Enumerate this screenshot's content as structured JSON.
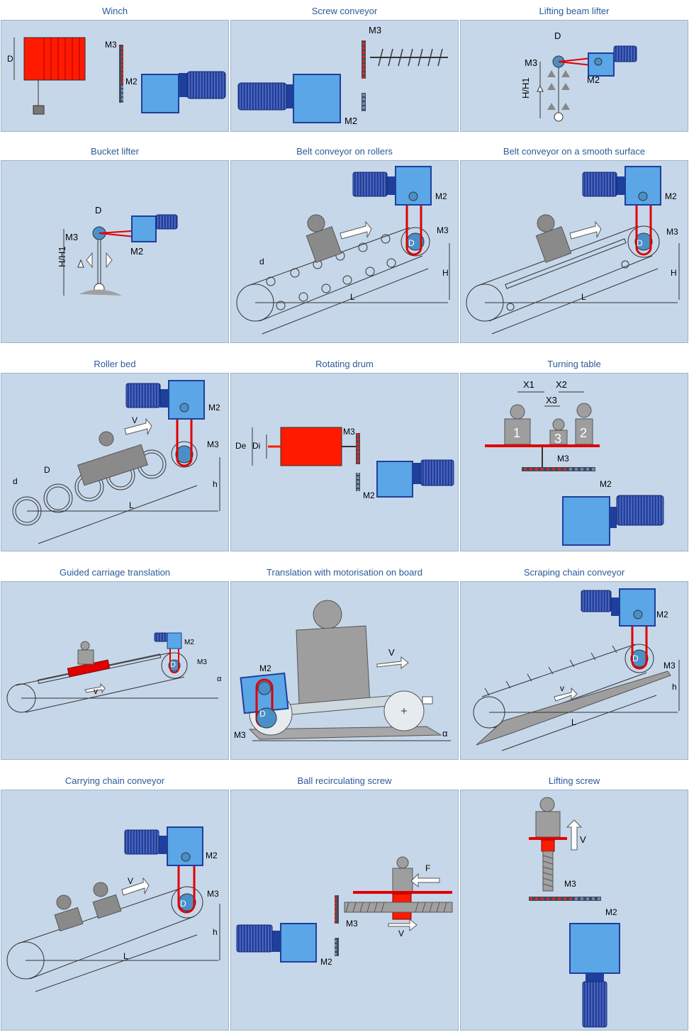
{
  "tiles": [
    {
      "title": "Winch",
      "labels": {
        "d": "D",
        "m3": "M3",
        "m2": "M2"
      }
    },
    {
      "title": "Screw conveyor",
      "labels": {
        "m3": "M3",
        "m2": "M2"
      }
    },
    {
      "title": "Lifting beam lifter",
      "labels": {
        "d": "D",
        "m3": "M3",
        "m2": "M2",
        "h": "H/H1"
      }
    },
    {
      "title": "Bucket lifter",
      "labels": {
        "d": "D",
        "m3": "M3",
        "m2": "M2",
        "h": "H/H1"
      }
    },
    {
      "title": "Belt conveyor on rollers",
      "labels": {
        "d": "d",
        "D": "D",
        "m3": "M3",
        "m2": "M2",
        "h": "H",
        "l": "L"
      }
    },
    {
      "title": "Belt conveyor on a smooth surface",
      "labels": {
        "D": "D",
        "m3": "M3",
        "m2": "M2",
        "h": "H",
        "l": "L"
      }
    },
    {
      "title": "Roller bed",
      "labels": {
        "d": "d",
        "D": "D",
        "v": "V",
        "m3": "M3",
        "m2": "M2",
        "h": "h",
        "l": "L"
      }
    },
    {
      "title": "Rotating drum",
      "labels": {
        "de": "De",
        "di": "Di",
        "m3": "M3",
        "m2": "M2"
      }
    },
    {
      "title": "Turning table",
      "labels": {
        "x1": "X1",
        "x2": "X2",
        "x3": "X3",
        "n1": "1",
        "n2": "2",
        "n3": "3",
        "m3": "M3",
        "m2": "M2"
      }
    },
    {
      "title": "Guided carriage translation",
      "labels": {
        "D": "D",
        "v": "v",
        "m3": "M3",
        "m2": "M2",
        "a": "α"
      }
    },
    {
      "title": "Translation with motorisation on board",
      "labels": {
        "D": "D",
        "v": "V",
        "m3": "M3",
        "m2": "M2",
        "a": "α"
      }
    },
    {
      "title": "Scraping chain conveyor",
      "labels": {
        "D": "D",
        "v": "v",
        "m3": "M3",
        "m2": "M2",
        "h": "h",
        "l": "L"
      }
    },
    {
      "title": "Carrying chain conveyor",
      "labels": {
        "D": "D",
        "v": "V",
        "m3": "M3",
        "m2": "M2",
        "h": "h",
        "l": "L"
      }
    },
    {
      "title": "Ball recirculating screw",
      "labels": {
        "f": "F",
        "v": "V",
        "m3": "M3",
        "m2": "M2"
      }
    },
    {
      "title": "Lifting screw",
      "labels": {
        "v": "V",
        "m3": "M3",
        "m2": "M2"
      }
    }
  ],
  "colors": {
    "tile_bg": "#c7d7ea",
    "motor_dark": "#1f3f9c",
    "gearbox": "#5aa6e6",
    "drum_red": "#ff1a00",
    "belt_red": "#e00000",
    "load_grey": "#9e9e9e"
  }
}
